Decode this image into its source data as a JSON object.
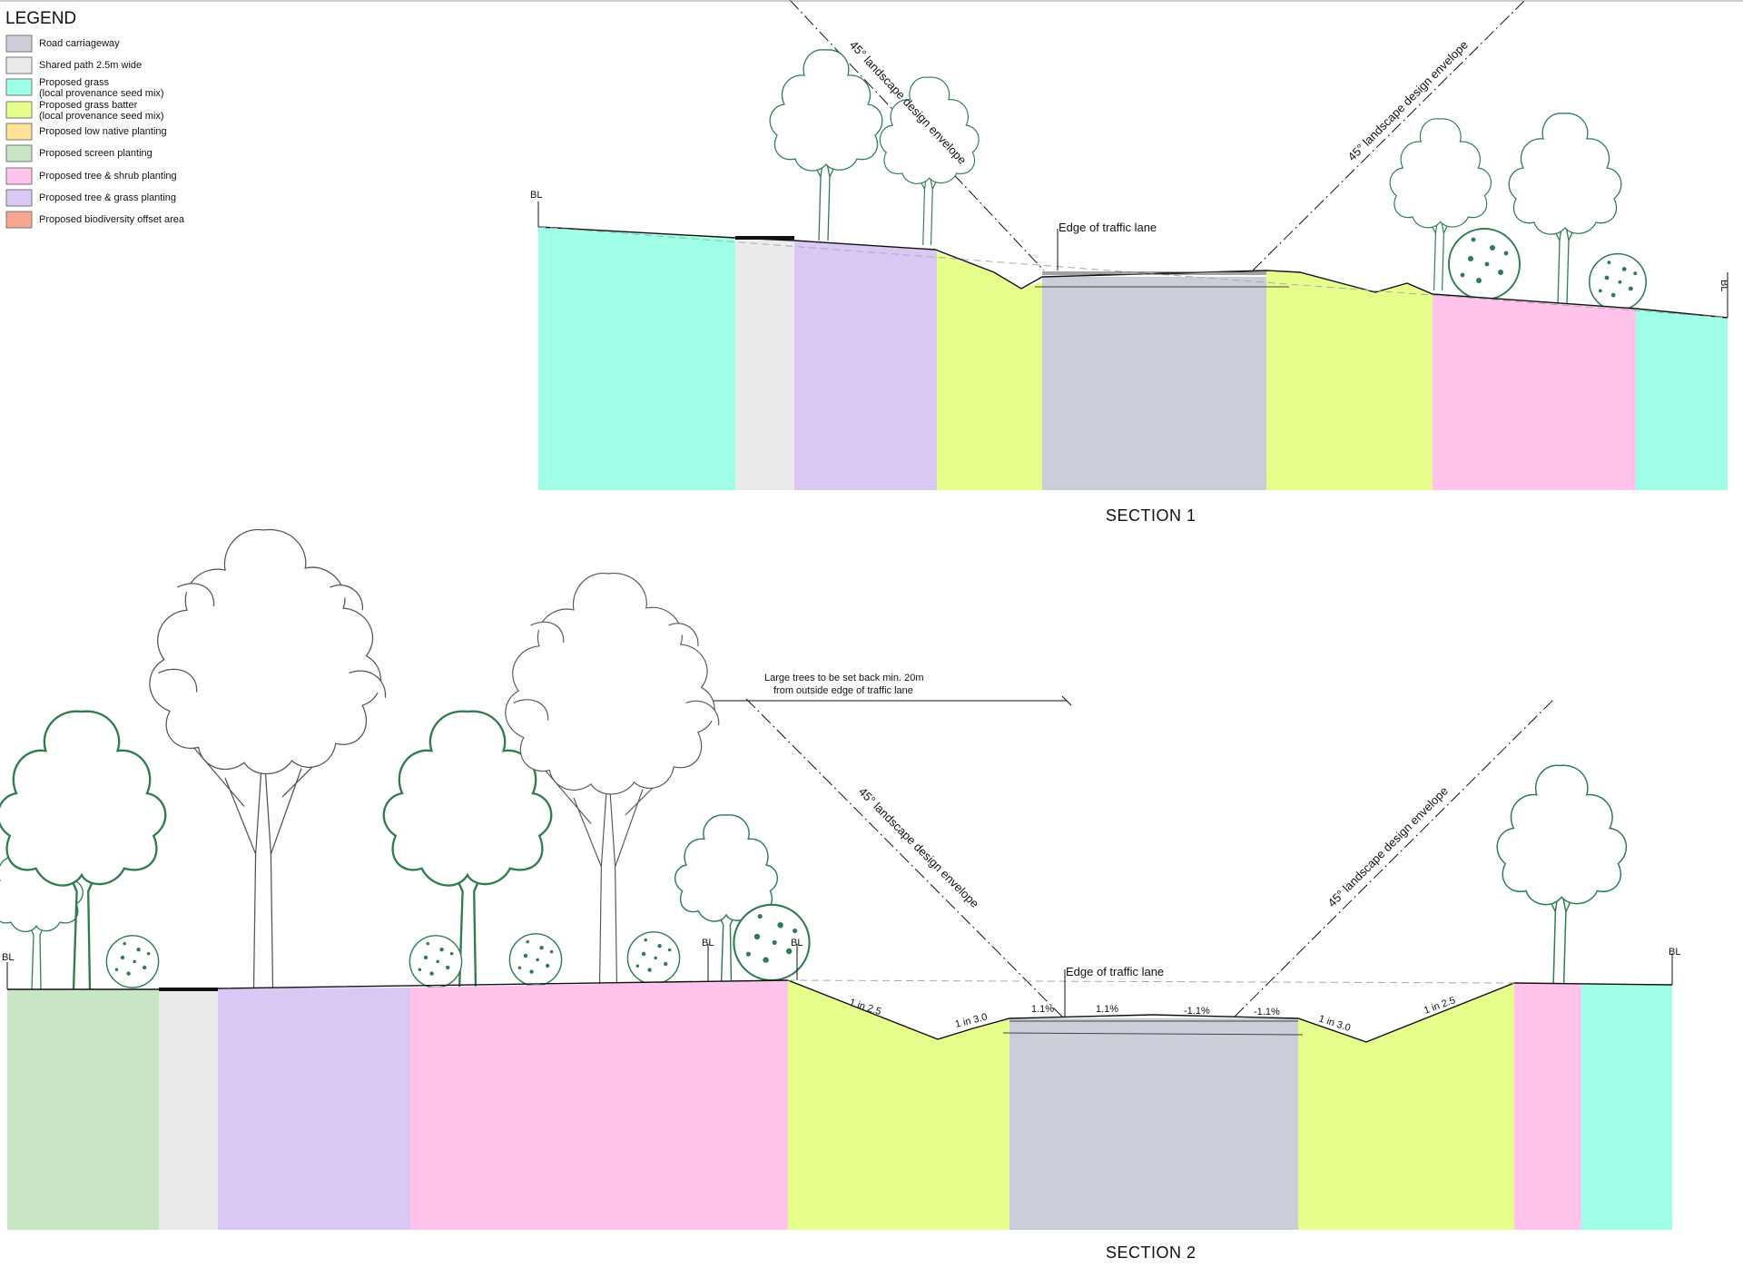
{
  "legend": {
    "title": "LEGEND",
    "items": [
      {
        "label": "Road carriageway",
        "color": "#cbcdd8"
      },
      {
        "label": "Shared path 2.5m wide",
        "color": "#ebebeb"
      },
      {
        "label": "Proposed grass",
        "label2": "(local provenance seed mix)",
        "color": "#9effe6"
      },
      {
        "label": "Proposed grass batter",
        "label2": "(local provenance seed mix)",
        "color": "#e6ff8c"
      },
      {
        "label": "Proposed low native planting",
        "color": "#ffe29a"
      },
      {
        "label": "Proposed screen planting",
        "color": "#c8e6c3"
      },
      {
        "label": "Proposed tree & shrub planting",
        "color": "#ffc3ec"
      },
      {
        "label": "Proposed tree & grass planting",
        "color": "#d8c8f3"
      },
      {
        "label": "Proposed biodiversity offset area",
        "color": "#f6a58e"
      }
    ]
  },
  "section1": {
    "title": "SECTION 1",
    "bl_label": "BL",
    "edge_label": "Edge of traffic lane",
    "envelope_left": "45° landscape design envelope",
    "envelope_right": "45° landscape design envelope"
  },
  "section2": {
    "title": "SECTION 2",
    "bl_label": "BL",
    "edge_label": "Edge of traffic lane",
    "envelope_left": "45° landscape design envelope",
    "envelope_right": "45° landscape design envelope",
    "setback_line1": "Large trees to be set back min. 20m",
    "setback_line2": "from outside edge of traffic lane",
    "slope_1in25_left": "1 in 2.5",
    "slope_1in30_left": "1 in 3.0",
    "slope_1in30_right": "1 in 3.0",
    "slope_1in25_right": "1 in 2.5",
    "grade_1": "1.1%",
    "grade_2": "1.1%",
    "grade_3": "-1.1%",
    "grade_4": "-1.1%"
  },
  "colors": {
    "road": "#cbcdd8",
    "path": "#ebebeb",
    "grass": "#9effe6",
    "batter": "#e6ff8c",
    "screen": "#c8e6c3",
    "tree_shrub": "#ffc3ec",
    "tree_grass": "#d8c8f3",
    "tree_line": "#2e7d4f"
  }
}
